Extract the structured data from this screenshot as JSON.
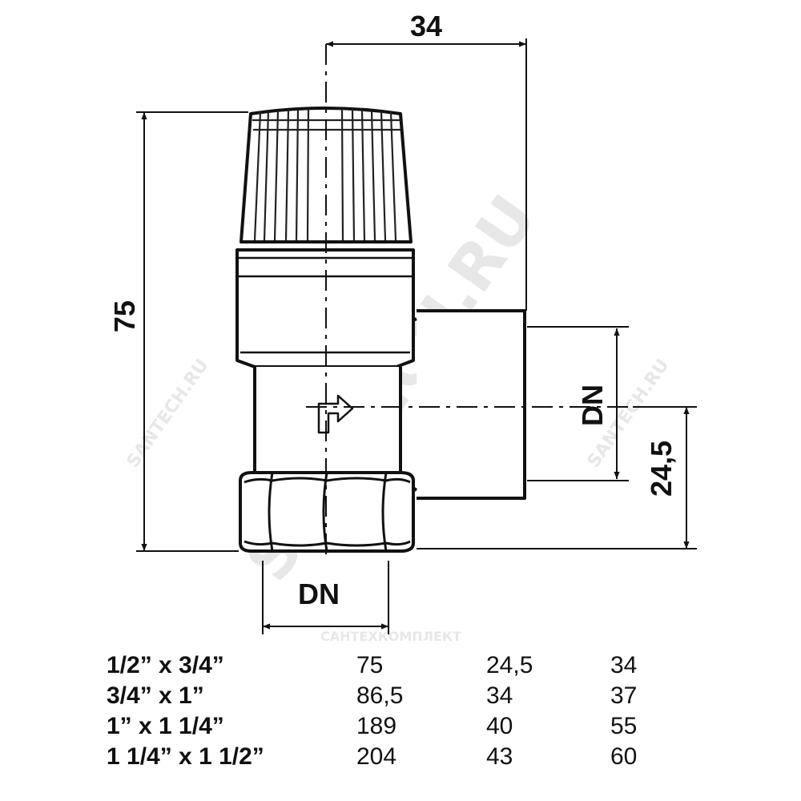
{
  "drawing": {
    "dimensions": {
      "top_width": "34",
      "height": "75",
      "outlet_size": "DN",
      "inlet_size": "DN",
      "axis_height": "24,5"
    },
    "watermarks": {
      "main": "SANTECH.RU",
      "small_left": "SANTECH.RU",
      "small_right": "SANTECH.RU",
      "table_mark": "САНТЕХКОМПЛЕКТ"
    }
  },
  "table": {
    "rows": [
      {
        "size": "1/2” x 3/4”",
        "v1": "75",
        "v2": "24,5",
        "v3": "34"
      },
      {
        "size": "3/4” x 1”",
        "v1": "86,5",
        "v2": "34",
        "v3": "37"
      },
      {
        "size": "1” x 1 1/4”",
        "v1": "189",
        "v2": "40",
        "v3": "55"
      },
      {
        "size": "1 1/4” x 1 1/2”",
        "v1": "204",
        "v2": "43",
        "v3": "60"
      }
    ]
  }
}
